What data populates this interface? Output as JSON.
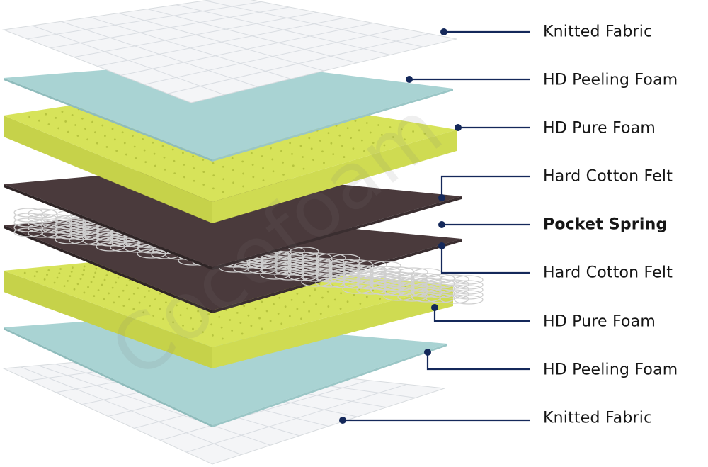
{
  "watermark": "Cocofoam",
  "colors": {
    "connector": "#14285a",
    "fabric": "#f4f5f7",
    "peeling_foam": "#a9d3d3",
    "pure_foam": "#d7e35a",
    "felt": "#4a3a3c",
    "spring": "#cfcfcf"
  },
  "layers": [
    {
      "label": "Knitted Fabric",
      "bold": false
    },
    {
      "label": "HD Peeling Foam",
      "bold": false
    },
    {
      "label": "HD Pure Foam",
      "bold": false
    },
    {
      "label": "Hard Cotton Felt",
      "bold": false
    },
    {
      "label": "Pocket Spring",
      "bold": true
    },
    {
      "label": "Hard Cotton Felt",
      "bold": false
    },
    {
      "label": "HD Pure Foam",
      "bold": false
    },
    {
      "label": "HD Peeling Foam",
      "bold": false
    },
    {
      "label": "Knitted Fabric",
      "bold": false
    }
  ]
}
